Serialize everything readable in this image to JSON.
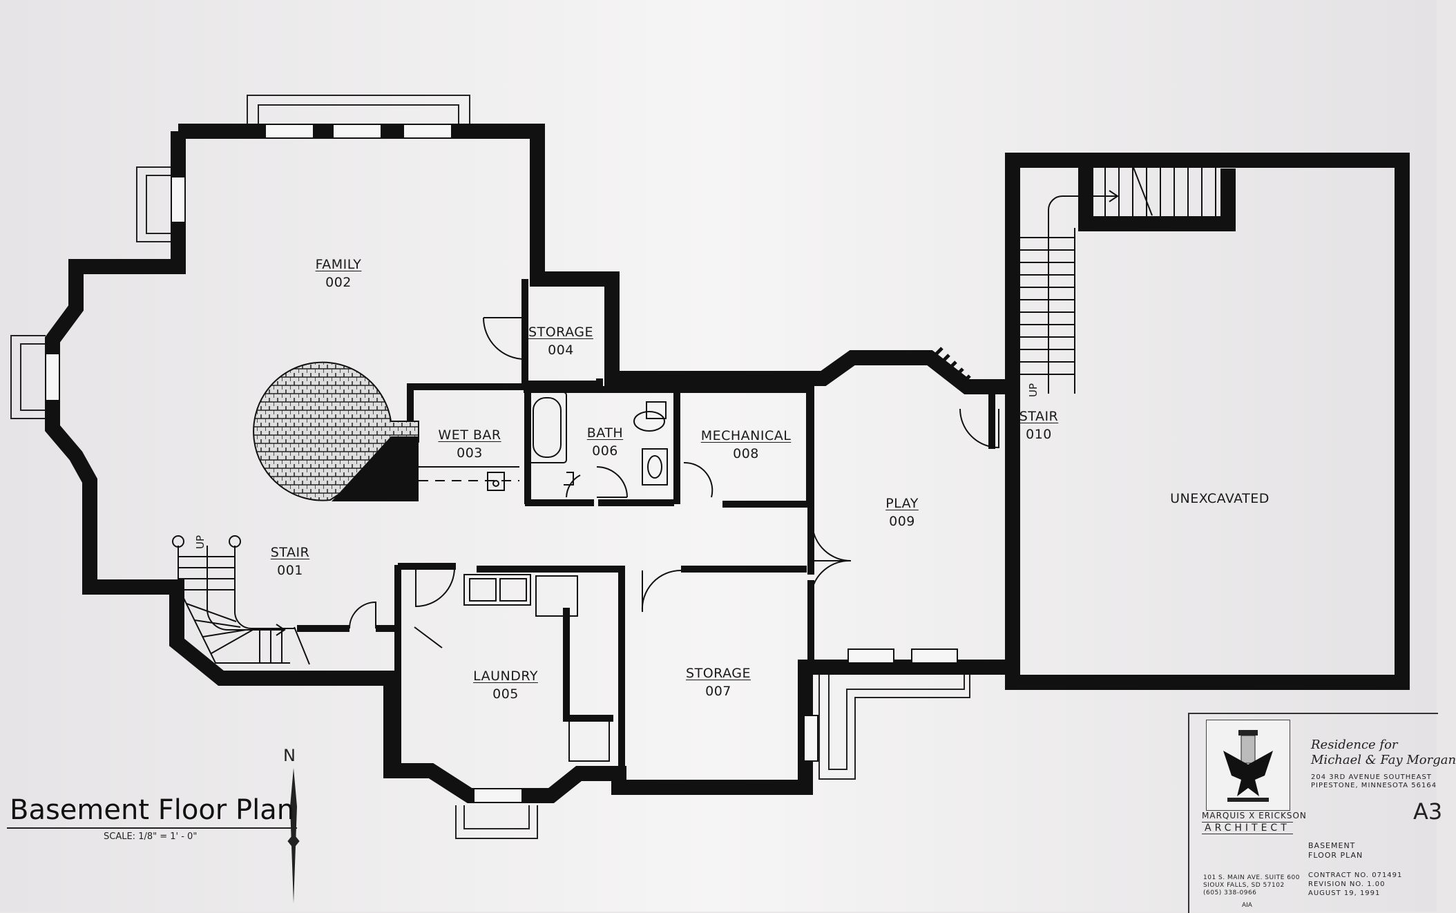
{
  "plan": {
    "title": "Basement Floor Plan",
    "scale": "SCALE: 1/8\" = 1' - 0\"",
    "north": "N",
    "rooms": [
      {
        "name": "FAMILY",
        "number": "002"
      },
      {
        "name": "STORAGE",
        "number": "004"
      },
      {
        "name": "WET BAR",
        "number": "003"
      },
      {
        "name": "BATH",
        "number": "006"
      },
      {
        "name": "MECHANICAL",
        "number": "008"
      },
      {
        "name": "PLAY",
        "number": "009"
      },
      {
        "name": "STAIR",
        "number": "010"
      },
      {
        "name": "STAIR",
        "number": "001"
      },
      {
        "name": "LAUNDRY",
        "number": "005"
      },
      {
        "name": "STORAGE",
        "number": "007"
      },
      {
        "name": "UNEXCAVATED",
        "number": ""
      }
    ],
    "stair_up_label": "UP"
  },
  "title_block": {
    "client_line1": "Residence for",
    "client_line2": "Michael & Fay Morgan",
    "address_line1": "204 3RD AVENUE SOUTHEAST",
    "address_line2": "PIPESTONE, MINNESOTA 56164",
    "sheet_number": "A3",
    "architect_name": "MARQUIS X ERICKSON",
    "architect_sub": "ARCHITECT",
    "sheet_title_line1": "BASEMENT",
    "sheet_title_line2": "FLOOR PLAN",
    "contract": "CONTRACT NO. 071491",
    "revision": "REVISION NO. 1.00",
    "date": "AUGUST 19, 1991",
    "office_line1": "101 S. MAIN AVE. SUITE 600",
    "office_line2": "SIOUX FALLS, SD 57102",
    "office_line3": "(605) 338-0966",
    "aia": "AIA"
  }
}
